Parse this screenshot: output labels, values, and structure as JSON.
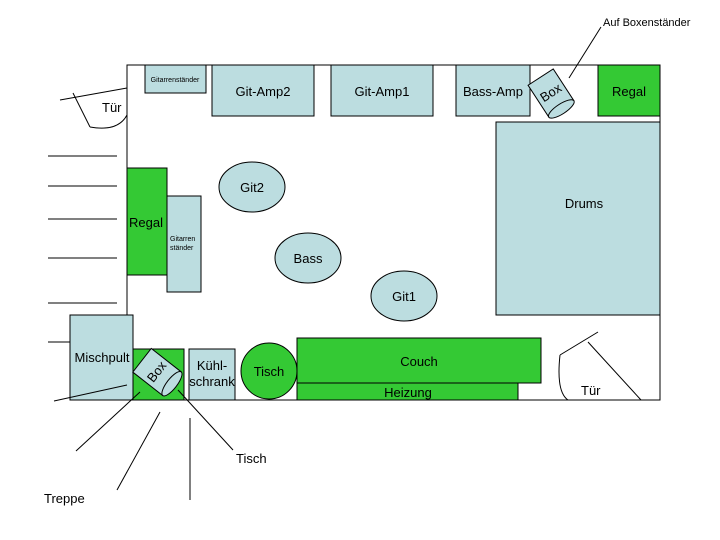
{
  "labels": {
    "auf_boxenstaender": "Auf Boxenständer",
    "tuer_left": "Tür",
    "tuer_right": "Tür",
    "gitarrenstaender_top": "Gitarrenständer",
    "git_amp2": "Git-Amp2",
    "git_amp1": "Git-Amp1",
    "bass_amp": "Bass-Amp",
    "box_top": "Box",
    "regal_top": "Regal",
    "drums": "Drums",
    "git2": "Git2",
    "bass": "Bass",
    "git1": "Git1",
    "regal_left": "Regal",
    "gitarrenstaender_left_1": "Gitarren",
    "gitarrenstaender_left_2": "ständer",
    "mischpult": "Mischpult",
    "box_bottom": "Box",
    "kuehlschrank_1": "Kühl-",
    "kuehlschrank_2": "schrank",
    "tisch_round": "Tisch",
    "couch": "Couch",
    "heizung": "Heizung",
    "tisch_callout": "Tisch",
    "treppe": "Treppe"
  },
  "colors": {
    "equipment": "#bcdde0",
    "furniture": "#34c934",
    "outline": "#000000"
  }
}
